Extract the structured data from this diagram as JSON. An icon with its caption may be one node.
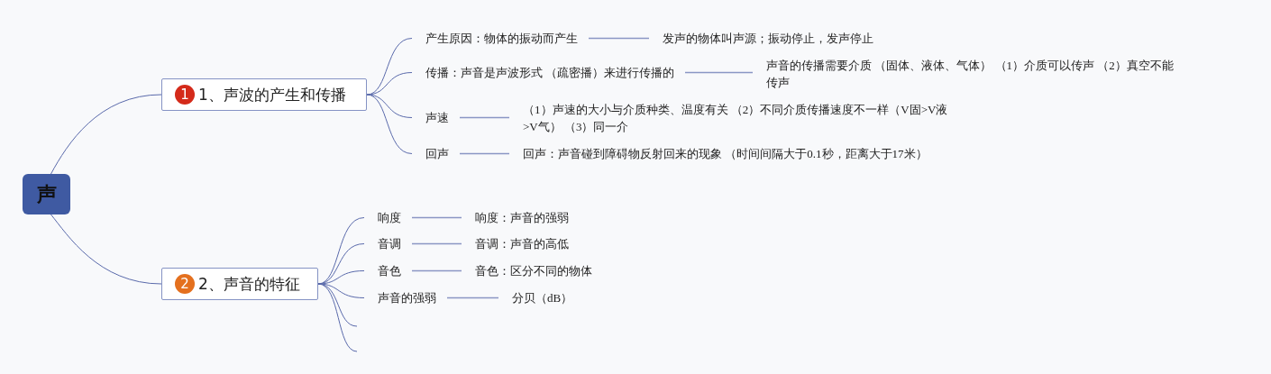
{
  "diagram": {
    "nodes": [
      {
        "text": [
          "声"
        ]
      },
      {
        "text": [
          "1",
          "1、声波的产生和传播"
        ]
      },
      {
        "text": [
          "产生原因：物体的振动而产生"
        ]
      },
      {
        "text": [
          "发声的物体叫声源；振动停止，发声停止"
        ]
      },
      {
        "text": [
          "传播：声音是声波形式 （疏密播）来进行传播的"
        ]
      },
      {
        "text": [
          "声音的传播需要介质 （固体、液体、气体） （1）介质可以传声 （2）真空不能传声"
        ]
      },
      {
        "text": [
          "声速"
        ]
      },
      {
        "text": [
          "（1）声速的大小与介质种类、温度有关 （2）不同介质传播速度不一样（V固>V液>V气） （3）同一介"
        ]
      },
      {
        "text": [
          "回声"
        ]
      },
      {
        "text": [
          "回声：声音碰到障碍物反射回来的现象 （时间间隔大于0.1秒，距离大于17米）"
        ]
      },
      {
        "text": [
          "2",
          "2、声音的特征"
        ]
      },
      {
        "text": [
          "响度"
        ]
      },
      {
        "text": [
          "响度：声音的强弱"
        ]
      },
      {
        "text": [
          "音调"
        ]
      },
      {
        "text": [
          "音调：声音的高低"
        ]
      },
      {
        "text": [
          "音色"
        ]
      },
      {
        "text": [
          "音色：区分不同的物体"
        ]
      },
      {
        "text": [
          "声音的强弱"
        ]
      },
      {
        "text": [
          "分贝（dB）"
        ]
      }
    ],
    "edges": [
      {
        "from": 0,
        "to": 1,
        "arrow": "none"
      },
      {
        "from": 0,
        "to": 10,
        "arrow": "none"
      },
      {
        "from": 1,
        "to": 2,
        "arrow": "none"
      },
      {
        "from": 1,
        "to": 4,
        "arrow": "none"
      },
      {
        "from": 1,
        "to": 6,
        "arrow": "none"
      },
      {
        "from": 1,
        "to": 8,
        "arrow": "none"
      },
      {
        "from": 2,
        "to": 3,
        "arrow": "none"
      },
      {
        "from": 4,
        "to": 5,
        "arrow": "none"
      },
      {
        "from": 6,
        "to": 7,
        "arrow": "none"
      },
      {
        "from": 8,
        "to": 9,
        "arrow": "none"
      },
      {
        "from": 10,
        "to": 11,
        "arrow": "none"
      },
      {
        "from": 10,
        "to": 13,
        "arrow": "none"
      },
      {
        "from": 10,
        "to": 15,
        "arrow": "none"
      },
      {
        "from": 10,
        "to": 17,
        "arrow": "none"
      },
      {
        "from": 10,
        "to": null,
        "arrow": "none"
      },
      {
        "from": 10,
        "to": null,
        "arrow": "none"
      },
      {
        "from": 11,
        "to": 12,
        "arrow": "none"
      },
      {
        "from": 13,
        "to": 14,
        "arrow": "none"
      },
      {
        "from": 15,
        "to": 16,
        "arrow": "none"
      },
      {
        "from": 17,
        "to": 18,
        "arrow": "none"
      }
    ]
  }
}
